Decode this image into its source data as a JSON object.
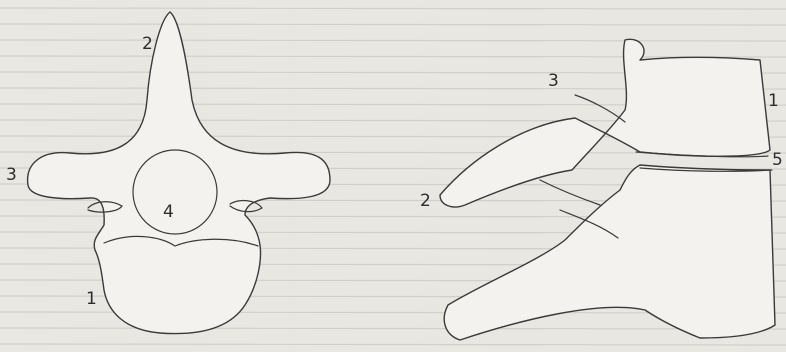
{
  "figure": {
    "left_panel": {
      "labels": {
        "spinous_process": "2",
        "transverse_process": "3",
        "body": "1",
        "foramen": "4"
      }
    },
    "right_panel": {
      "labels": {
        "lamina": "3",
        "body": "1",
        "spinous_process": "2",
        "disc": "5"
      }
    },
    "colors": {
      "paper": "#e9e7e2",
      "line": "#3a3a3a",
      "fill": "#f3f2ee"
    }
  }
}
